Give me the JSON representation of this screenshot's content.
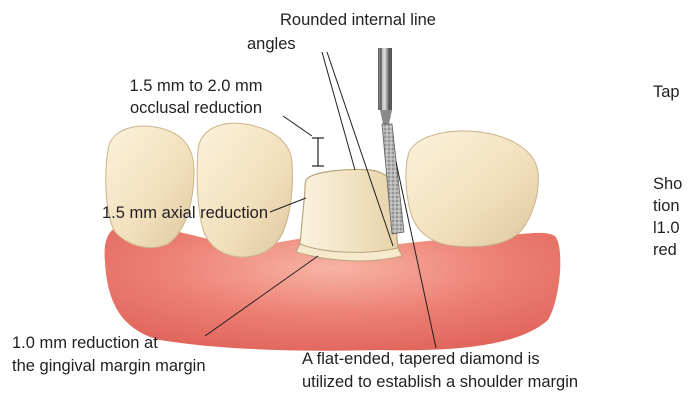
{
  "labels": {
    "rounded_line_1": "Rounded internal line",
    "rounded_line_2": "angles",
    "occlusal_1": "1.5 mm to 2.0 mm",
    "occlusal_2": "occlusal reduction",
    "axial": "1.5 mm axial reduction",
    "gingival_1": "1.0 mm reduction at",
    "gingival_2": "the gingival margin margin",
    "diamond_1": "A flat-ended, tapered diamond is",
    "diamond_2": "utilized to establish a shoulder margin",
    "cut_tap": "Tap",
    "cut_sho": "Sho",
    "cut_tion": "tion",
    "cut_10": "l1.0",
    "cut_red": "red"
  },
  "colors": {
    "gum": "#e8736a",
    "gum_light": "#f4aa9d",
    "tooth": "#f3e3c2",
    "tooth_shade": "#d9c59b",
    "bur": "#9a9a9a",
    "line": "#231f20"
  }
}
